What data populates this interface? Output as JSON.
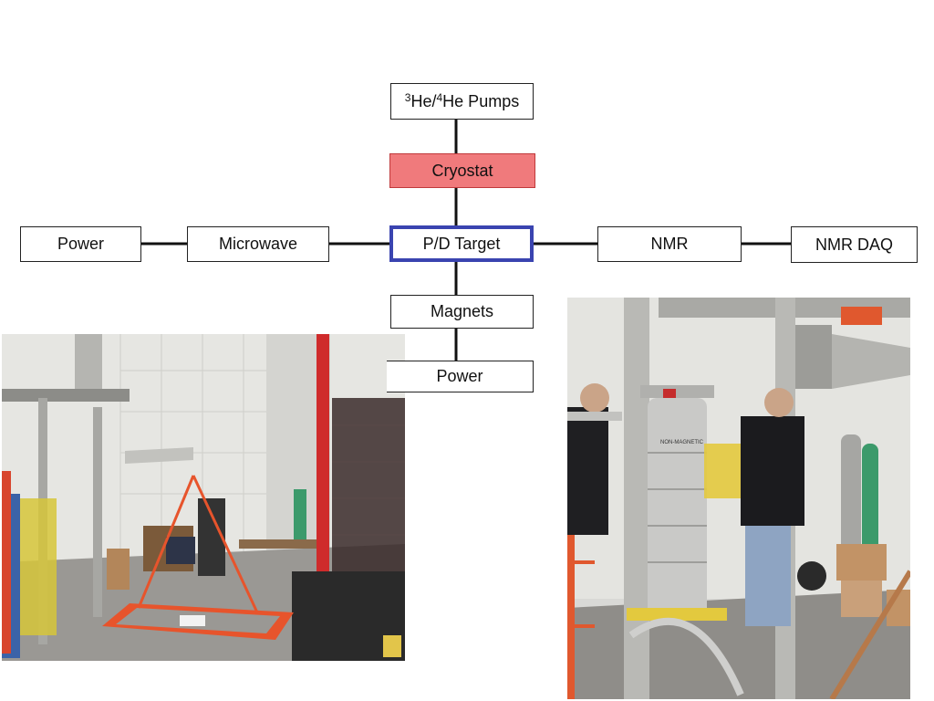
{
  "diagram": {
    "pumps": {
      "label_sup1": "3",
      "label_he1": "He/",
      "label_sup2": "4",
      "label_he2": "He Pumps"
    },
    "cryostat": "Cryostat",
    "target": "P/D Target",
    "power_left": "Power",
    "microwave": "Microwave",
    "nmr": "NMR",
    "nmr_daq": "NMR DAQ",
    "magnets": "Magnets",
    "power_bottom": "Power"
  },
  "photos": {
    "left_caption": "",
    "right_caption": "",
    "dewar_text": "NON-MAGNETIC"
  },
  "colors": {
    "cryostat_fill": "#f07a7c",
    "target_border": "#3a44b0",
    "line": "#111111"
  }
}
